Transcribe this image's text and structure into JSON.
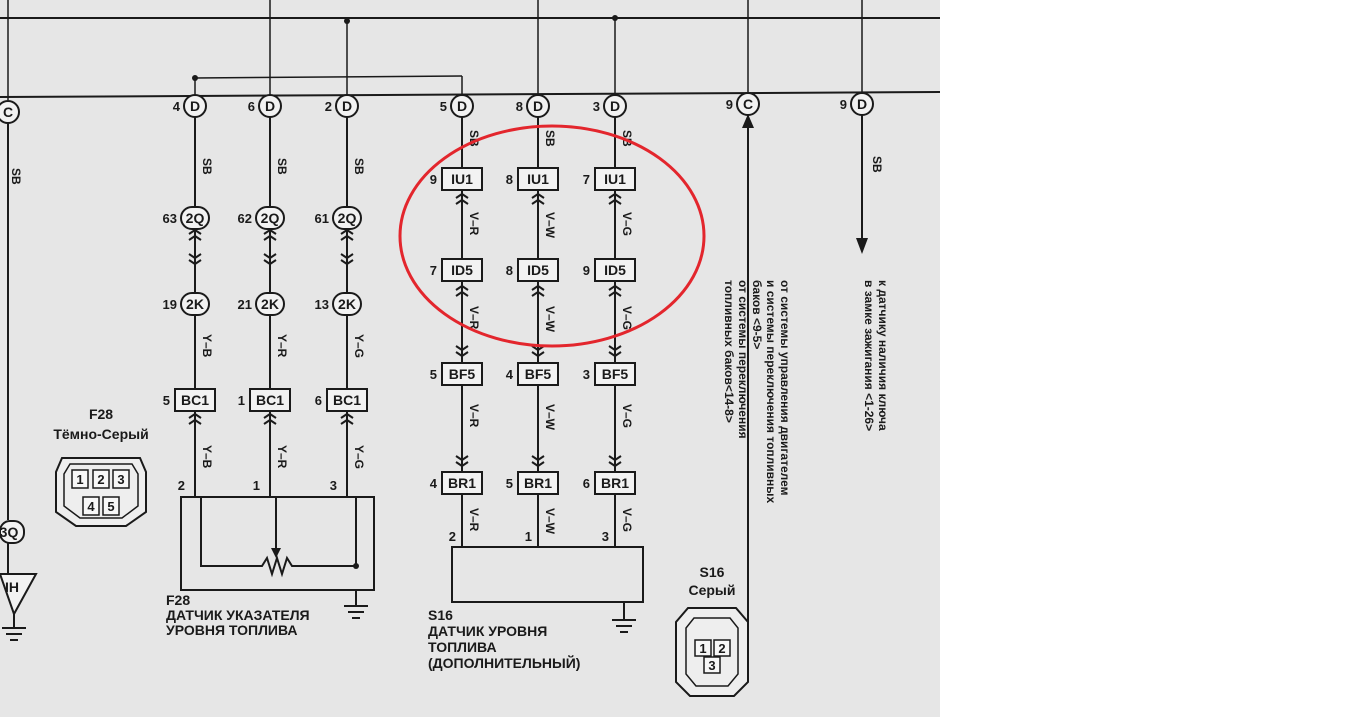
{
  "colors": {
    "paper": "#e6e6e6",
    "ink": "#1a1a1a",
    "highlight": "#e3262d"
  },
  "d_connectors": [
    {
      "pin": "4",
      "letter": "D"
    },
    {
      "pin": "6",
      "letter": "D"
    },
    {
      "pin": "2",
      "letter": "D"
    },
    {
      "pin": "5",
      "letter": "D"
    },
    {
      "pin": "8",
      "letter": "D"
    },
    {
      "pin": "3",
      "letter": "D"
    },
    {
      "pin": "9",
      "letter": "C"
    },
    {
      "pin": "9",
      "letter": "D"
    }
  ],
  "left_edge_connector": {
    "letter": "C"
  },
  "left_group": {
    "wire_top": "SB",
    "q": [
      {
        "pin": "63",
        "label": "2Q"
      },
      {
        "pin": "62",
        "label": "2Q"
      },
      {
        "pin": "61",
        "label": "2Q"
      }
    ],
    "k": [
      {
        "pin": "19",
        "label": "2K"
      },
      {
        "pin": "21",
        "label": "2K"
      },
      {
        "pin": "13",
        "label": "2K"
      }
    ],
    "wire_mid": [
      "Y–B",
      "Y–R",
      "Y–G"
    ],
    "bc": [
      {
        "pin": "5",
        "label": "BC1"
      },
      {
        "pin": "1",
        "label": "BC1"
      },
      {
        "pin": "6",
        "label": "BC1"
      }
    ],
    "wire_low": [
      "Y–B",
      "Y–R",
      "Y–G"
    ],
    "sensor_pins": [
      "2",
      "1",
      "3"
    ],
    "caption_id": "F28",
    "caption_l1": "ДАТЧИК УКАЗАТЕЛЯ",
    "caption_l2": "УРОВНЯ ТОПЛИВА"
  },
  "left_connector": {
    "id": "F28",
    "color": "Тёмно-Серый",
    "pins": [
      "1",
      "2",
      "3",
      "4",
      "5"
    ]
  },
  "far_left": {
    "wire": "SB",
    "bottom_connector": "3Q",
    "bottom_box": "IH"
  },
  "right_group": {
    "wire_top": "SB",
    "iu": [
      {
        "pin": "9",
        "label": "IU1"
      },
      {
        "pin": "8",
        "label": "IU1"
      },
      {
        "pin": "7",
        "label": "IU1"
      }
    ],
    "wire1": [
      "V–R",
      "V–W",
      "V–G"
    ],
    "id": [
      {
        "pin": "7",
        "label": "ID5"
      },
      {
        "pin": "8",
        "label": "ID5"
      },
      {
        "pin": "9",
        "label": "ID5"
      }
    ],
    "wire2": [
      "V–R",
      "V–W",
      "V–G"
    ],
    "bf": [
      {
        "pin": "5",
        "label": "BF5"
      },
      {
        "pin": "4",
        "label": "BF5"
      },
      {
        "pin": "3",
        "label": "BF5"
      }
    ],
    "wire3": [
      "V–R",
      "V–W",
      "V–G"
    ],
    "br": [
      {
        "pin": "4",
        "label": "BR1"
      },
      {
        "pin": "5",
        "label": "BR1"
      },
      {
        "pin": "6",
        "label": "BR1"
      }
    ],
    "wire4": [
      "V–R",
      "V–W",
      "V–G"
    ],
    "sensor_pins": [
      "2",
      "1",
      "3"
    ],
    "caption_id": "S16",
    "caption_l1": "ДАТЧИК УРОВНЯ",
    "caption_l2": "ТОПЛИВА",
    "caption_l3": "(ДОПОЛНИТЕЛЬНЫЙ)"
  },
  "right_connector": {
    "id": "S16",
    "color": "Серый",
    "pins": [
      "1",
      "2",
      "3"
    ]
  },
  "notes": {
    "from_engine_l1": "от системы управления двигателем",
    "from_engine_l2": "и системы переключения топливных",
    "from_engine_l3": "баков <9-5>",
    "from_engine_l4": "от системы переключения",
    "from_engine_l5": "топливных баков<14-8>",
    "to_key_l1": "к датчику наличия ключа",
    "to_key_l2": "в замке зажигания <1-26>",
    "wire_right": "SB"
  }
}
